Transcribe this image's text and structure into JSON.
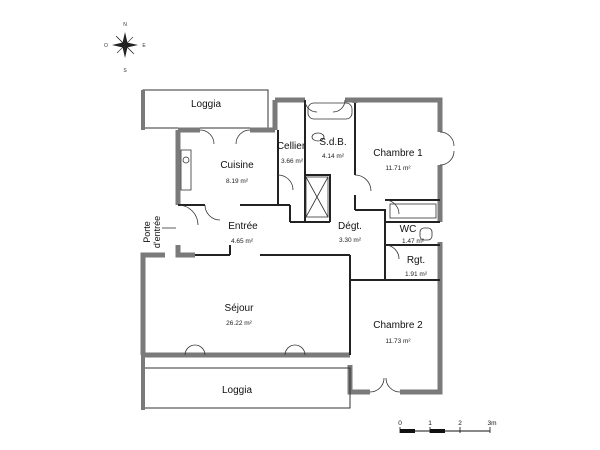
{
  "compass": {
    "north": "N",
    "south": "S",
    "east": "E",
    "west": "O"
  },
  "rooms": {
    "loggia_top": {
      "name": "Loggia"
    },
    "cuisine": {
      "name": "Cuisine",
      "area": "8.19 m²"
    },
    "cellier": {
      "name": "Cellier",
      "area": "3.66 m²"
    },
    "sdb": {
      "name": "S.d.B.",
      "area": "4.14 m²"
    },
    "chambre1": {
      "name": "Chambre 1",
      "area": "11.71 m²"
    },
    "entree": {
      "name": "Entrée",
      "area": "4.65 m²"
    },
    "degt": {
      "name": "Dégt.",
      "area": "3.30 m²"
    },
    "wc": {
      "name": "WC",
      "area": "1.47 m²"
    },
    "rgt": {
      "name": "Rgt.",
      "area": "1.91 m²"
    },
    "sejour": {
      "name": "Séjour",
      "area": "26.22 m²"
    },
    "chambre2": {
      "name": "Chambre 2",
      "area": "11.73 m²"
    },
    "loggia_bottom": {
      "name": "Loggia"
    }
  },
  "entrance": {
    "line1": "Porte",
    "line2": "d'entrée"
  },
  "scale": {
    "ticks": [
      "0",
      "1",
      "2",
      "3m"
    ]
  },
  "colors": {
    "wall": "#7a7a7a",
    "line": "#222222"
  }
}
